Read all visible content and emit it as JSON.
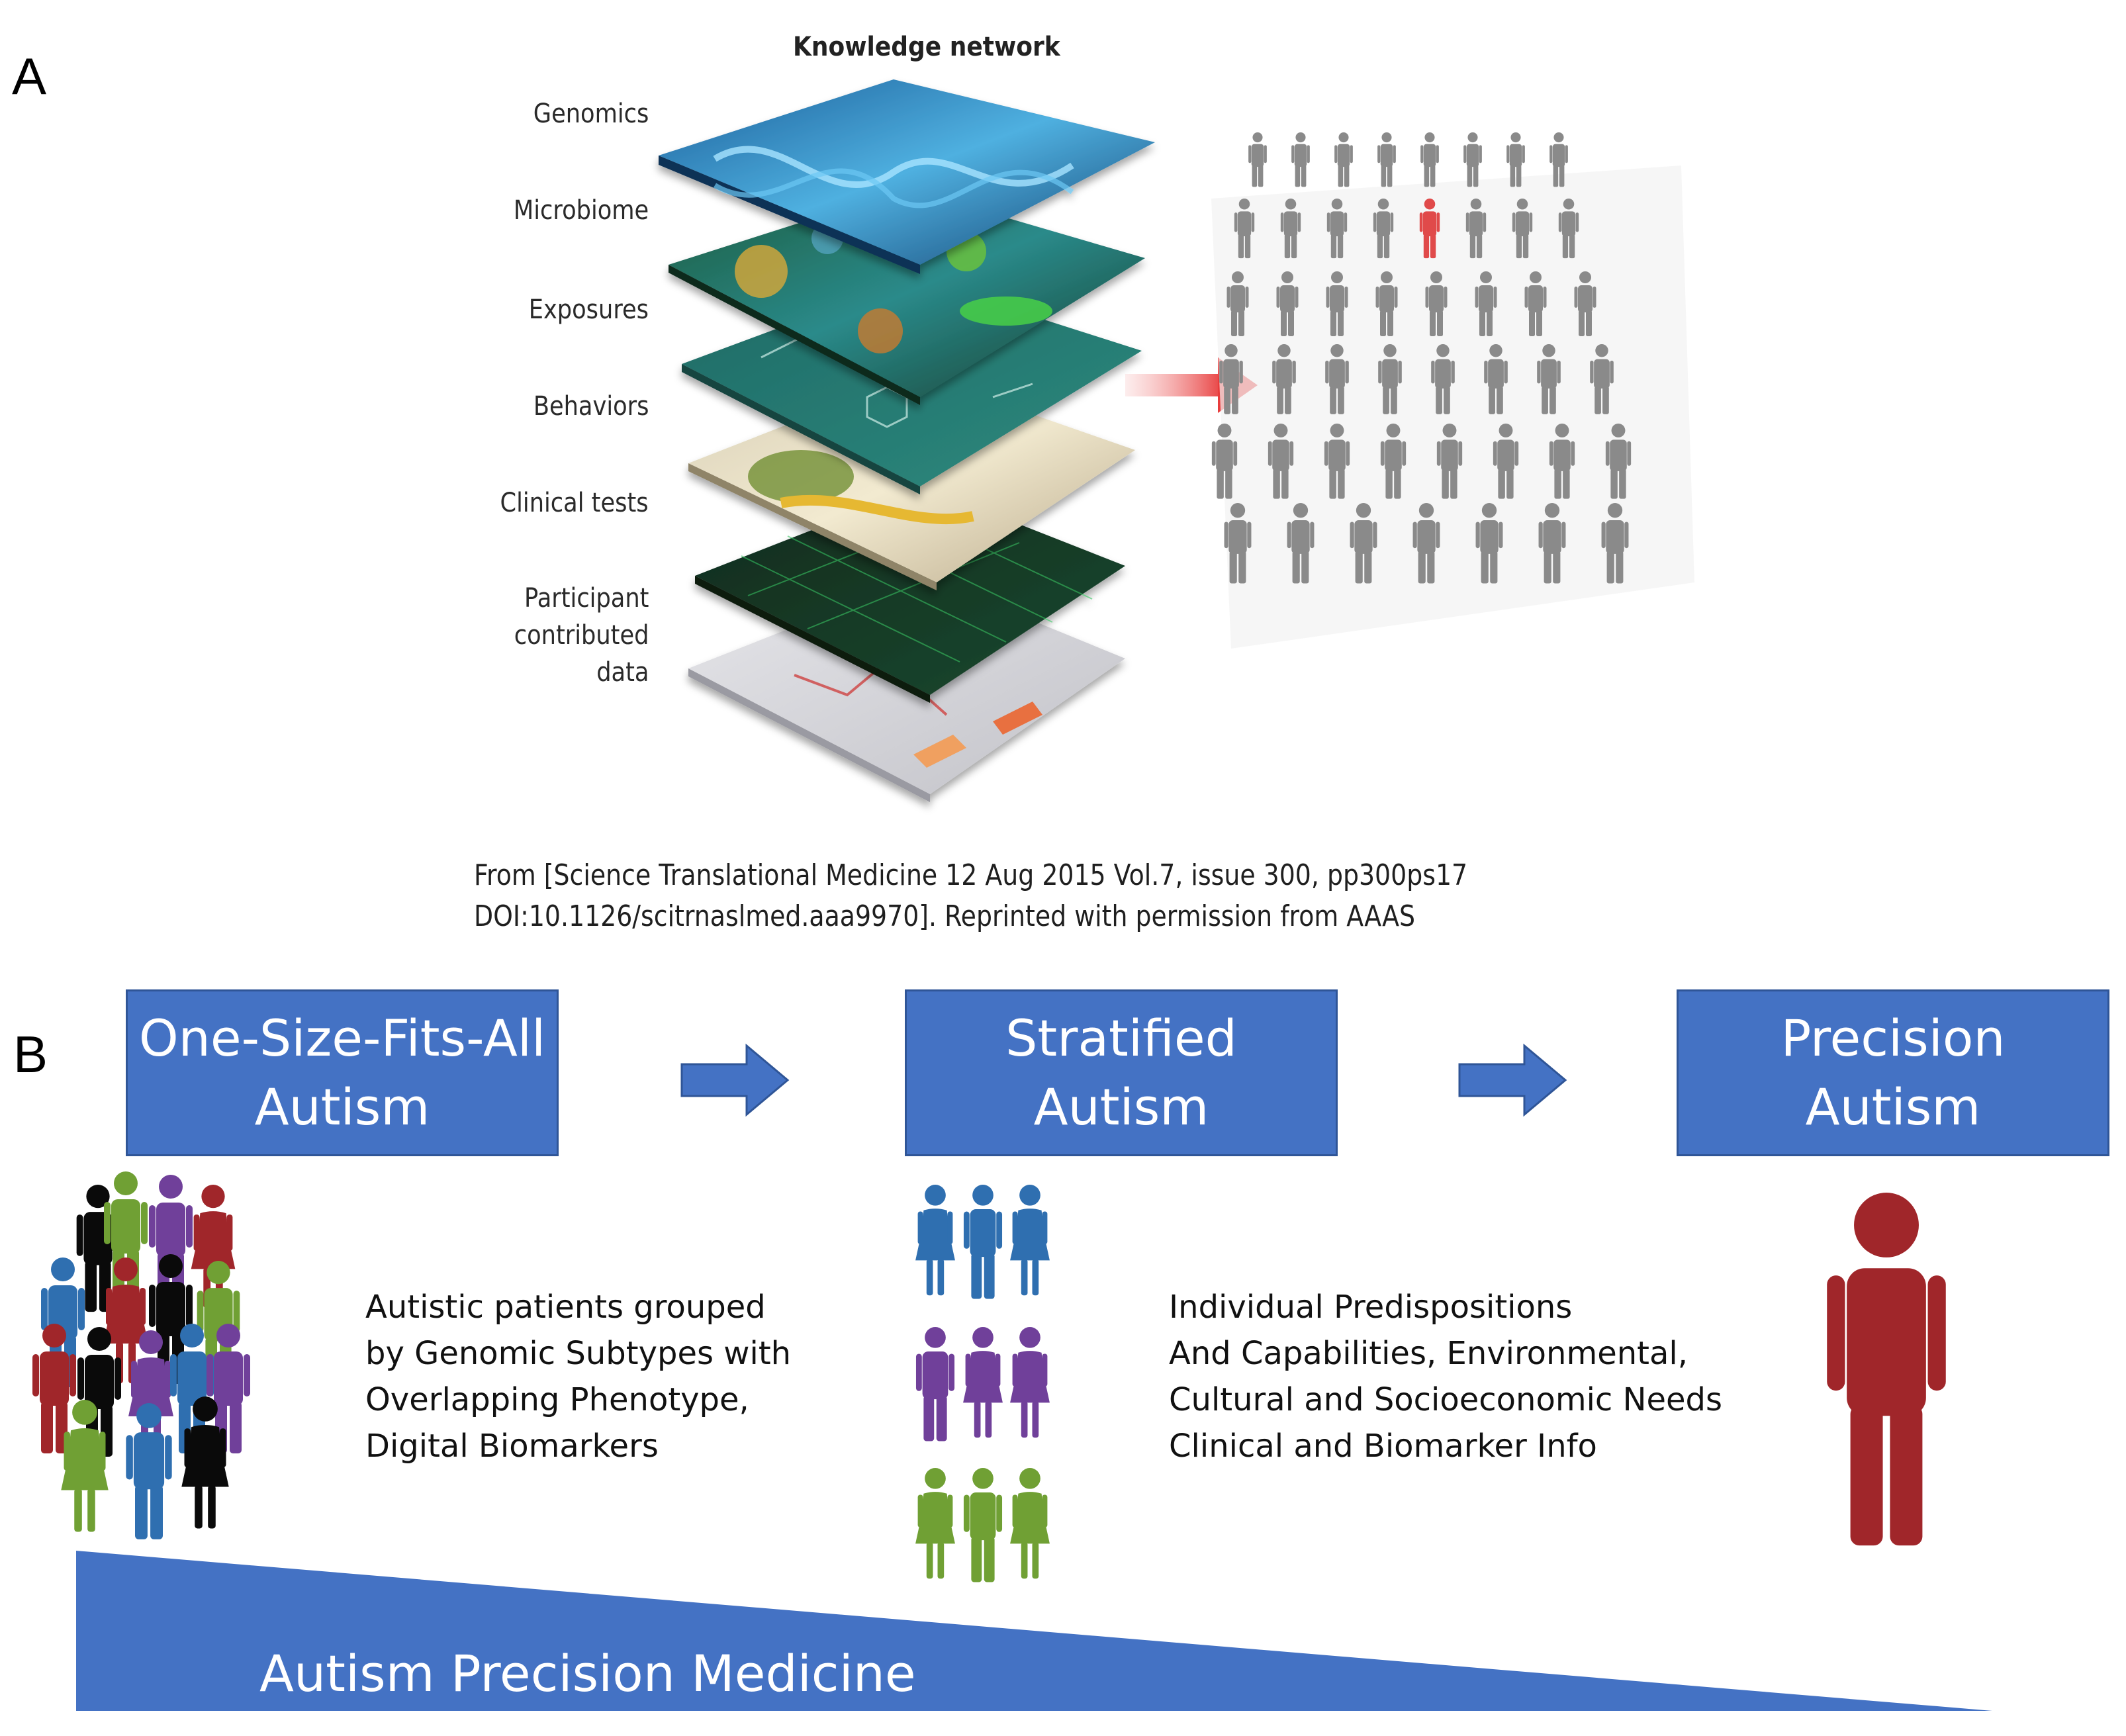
{
  "panel_a": {
    "letter": "A",
    "title": "Knowledge network",
    "layers": [
      "Genomics",
      "Microbiome",
      "Exposures",
      "Behaviors",
      "Clinical tests"
    ],
    "participant_label": [
      "Participant",
      "contributed",
      "data"
    ],
    "credit_line1": "From [Science Translational Medicine 12 Aug 2015  Vol.7, issue 300, pp300ps17",
    "credit_line2": "DOI:10.1126/scitrnaslmed.aaa9970]. Reprinted with permission from AAAS"
  },
  "panel_b": {
    "letter": "B",
    "stages": [
      {
        "line1": "One-Size-Fits-All",
        "line2": "Autism"
      },
      {
        "line1": "Stratified",
        "line2": "Autism"
      },
      {
        "line1": "Precision",
        "line2": "Autism"
      }
    ],
    "desc_left": [
      "Autistic patients grouped",
      "by Genomic Subtypes with",
      "Overlapping Phenotype,",
      "Digital Biomarkers"
    ],
    "desc_right": [
      "Individual Predispositions",
      "And Capabilities, Environmental,",
      "Cultural and Socioeconomic Needs",
      "Clinical and Biomarker Info"
    ],
    "banner": "Autism Precision Medicine",
    "colors": {
      "box": "#4472c4",
      "green": "#70a034",
      "purple": "#70409a",
      "blue": "#2f6fb0",
      "red": "#a0262a",
      "black": "#0a0a0a",
      "gray_person": "#8a8a8a",
      "highlight_person": "#e04a4a"
    }
  }
}
